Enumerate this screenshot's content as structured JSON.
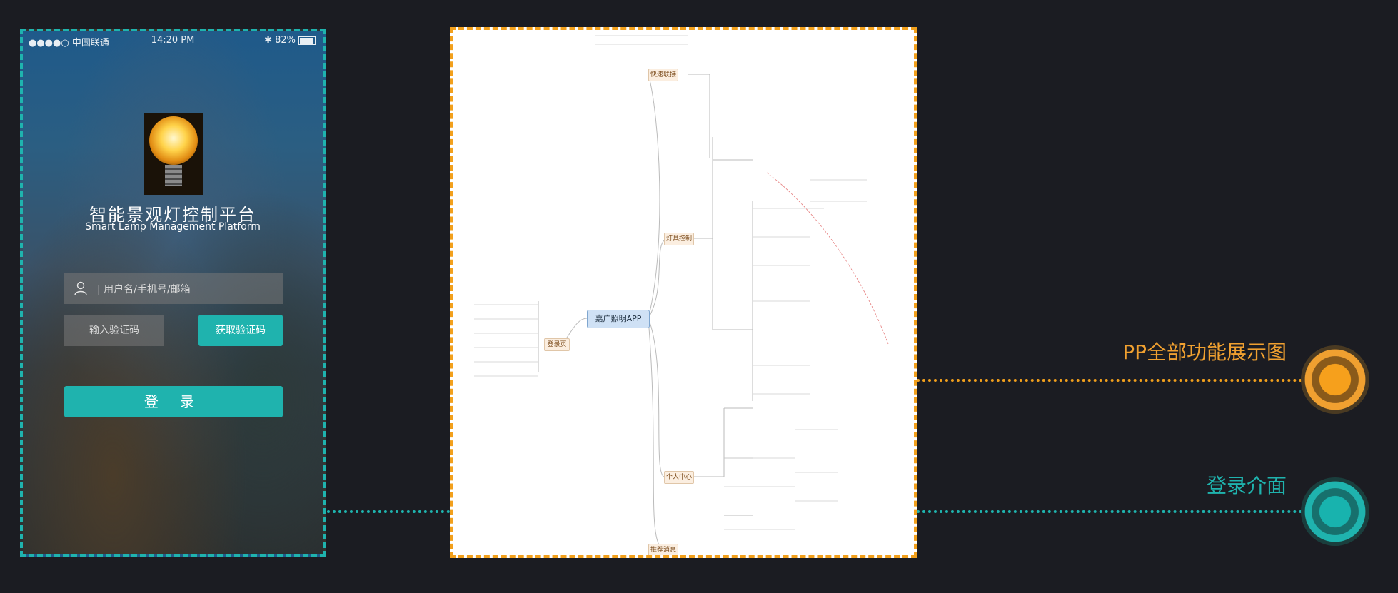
{
  "phone": {
    "status_left": "●●●●○ 中国联通 ",
    "status_time": "14:20 PM",
    "status_right": "✱ 82%",
    "title_cn": "智能景观灯控制平台",
    "title_en": "Smart Lamp Management Platform",
    "username_placeholder": "| 用户名/手机号/邮箱",
    "code_placeholder": "输入验证码",
    "get_code_label": "获取验证码",
    "login_label": "登 录"
  },
  "mindmap": {
    "center": "嘉广照明APP",
    "branches": {
      "login": "登录页",
      "b1": "快速联接",
      "b2": "灯具控制",
      "b3": "个人中心",
      "b4": "推荐消息"
    }
  },
  "labels": {
    "all_features": "PP全部功能展示图",
    "login_screen": "登录介面"
  },
  "colors": {
    "accent_teal": "#1fb3ae",
    "accent_orange": "#f2a01c",
    "background": "#1b1c22"
  }
}
